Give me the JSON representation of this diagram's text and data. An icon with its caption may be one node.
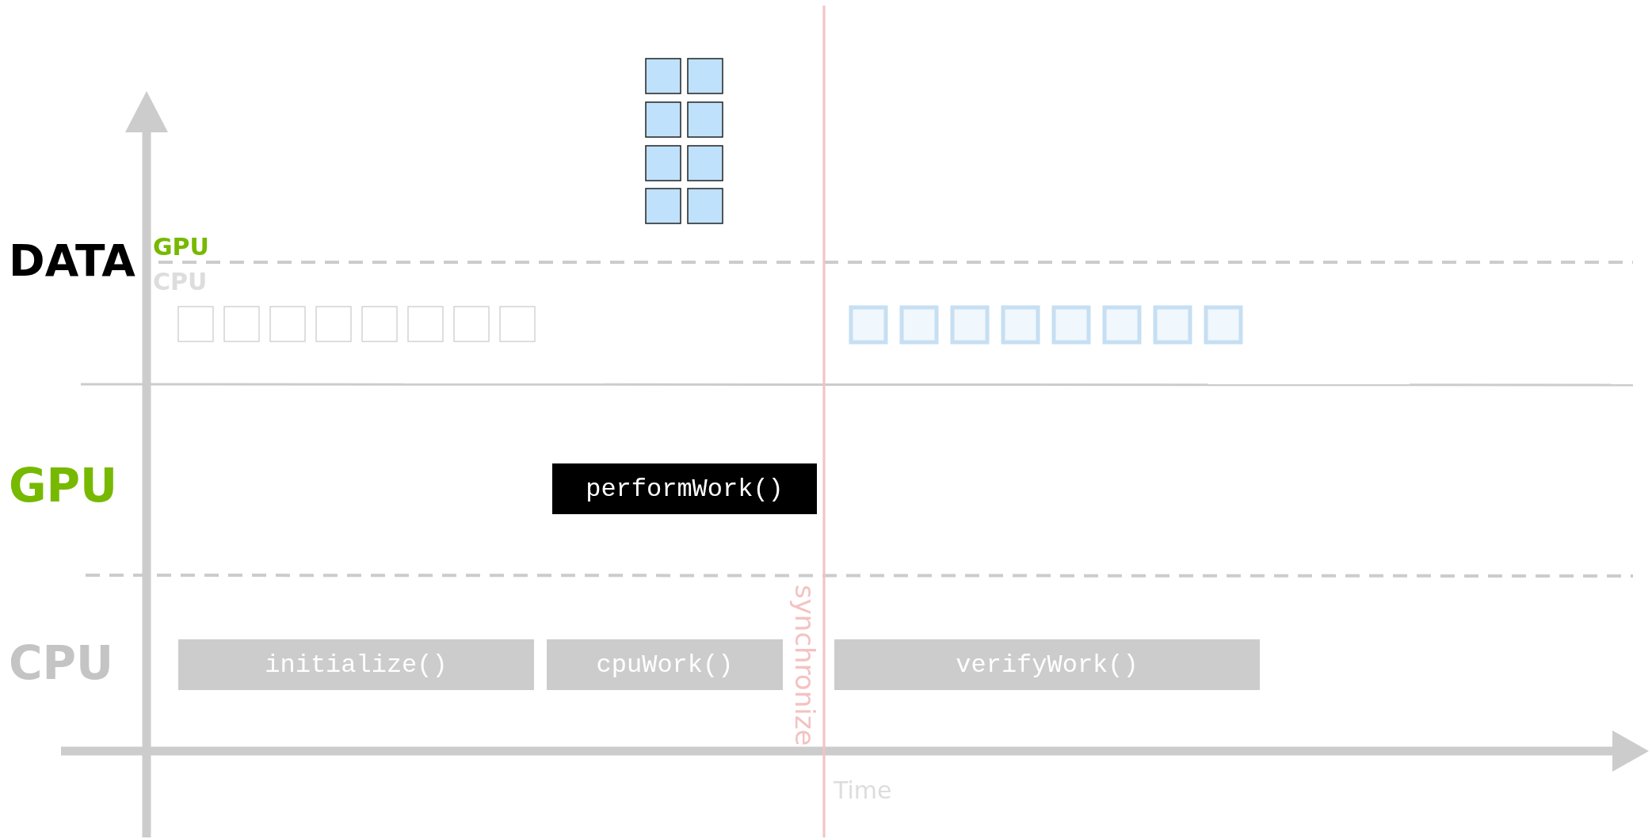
{
  "diagram": {
    "nodes": [
      {
        "text": [
          "performWork()"
        ]
      },
      {
        "text": [
          "initialize()"
        ]
      },
      {
        "text": [
          "cpuWork()"
        ]
      },
      {
        "text": [
          "verifyWork()"
        ]
      }
    ],
    "labels": [
      "DATA",
      "GPU",
      "CPU",
      "GPU",
      "CPU",
      "synchronize",
      "Time"
    ]
  }
}
